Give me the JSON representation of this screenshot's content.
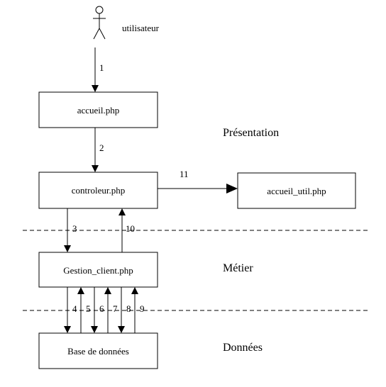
{
  "actor": {
    "label": "utilisateur"
  },
  "boxes": {
    "accueil": "accueil.php",
    "controleur": "controleur.php",
    "accueil_util": "accueil_util.php",
    "gestion_client": "Gestion_client.php",
    "base": "Base de données"
  },
  "layers": {
    "presentation": "Présentation",
    "metier": "Métier",
    "donnees": "Données"
  },
  "steps": [
    "1",
    "2",
    "3",
    "4",
    "5",
    "6",
    "7",
    "8",
    "9",
    "10",
    "11"
  ]
}
